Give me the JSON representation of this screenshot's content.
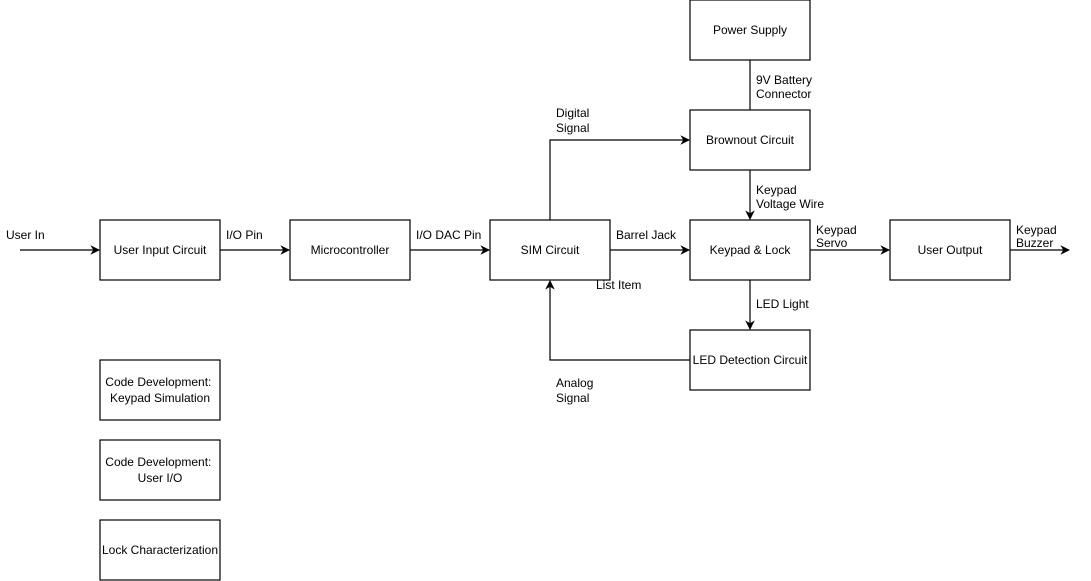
{
  "nodes": {
    "power_supply": [
      "Power Supply"
    ],
    "brownout": [
      "Brownout Circuit"
    ],
    "user_input": [
      "User Input Circuit"
    ],
    "microcontroller": [
      "Microcontroller"
    ],
    "sim_circuit": [
      "SIM Circuit"
    ],
    "keypad_lock": [
      "Keypad & Lock"
    ],
    "user_output": [
      "User Output"
    ],
    "led_detection": [
      "LED Detection Circuit"
    ],
    "code_keypad": [
      "Code Development:",
      "Keypad Simulation"
    ],
    "code_user_io": [
      "Code Development:",
      "User I/O"
    ],
    "lock_char": [
      "Lock Characterization"
    ]
  },
  "edge_labels": {
    "user_in": [
      "User In"
    ],
    "io_pin": [
      "I/O Pin"
    ],
    "io_dac_pin": [
      "I/O DAC Pin"
    ],
    "battery": [
      "9V Battery",
      "Connector"
    ],
    "digital_signal": [
      "Digital",
      "Signal"
    ],
    "barrel_jack": [
      "Barrel Jack"
    ],
    "keypad_voltage": [
      "Keypad",
      "Voltage Wire"
    ],
    "keypad_servo": [
      "Keypad",
      "Servo"
    ],
    "keypad_buzzer": [
      "Keypad",
      "Buzzer"
    ],
    "list_item": [
      "List Item"
    ],
    "led_light": [
      "LED Light"
    ],
    "analog_signal": [
      "Analog",
      "Signal"
    ]
  }
}
